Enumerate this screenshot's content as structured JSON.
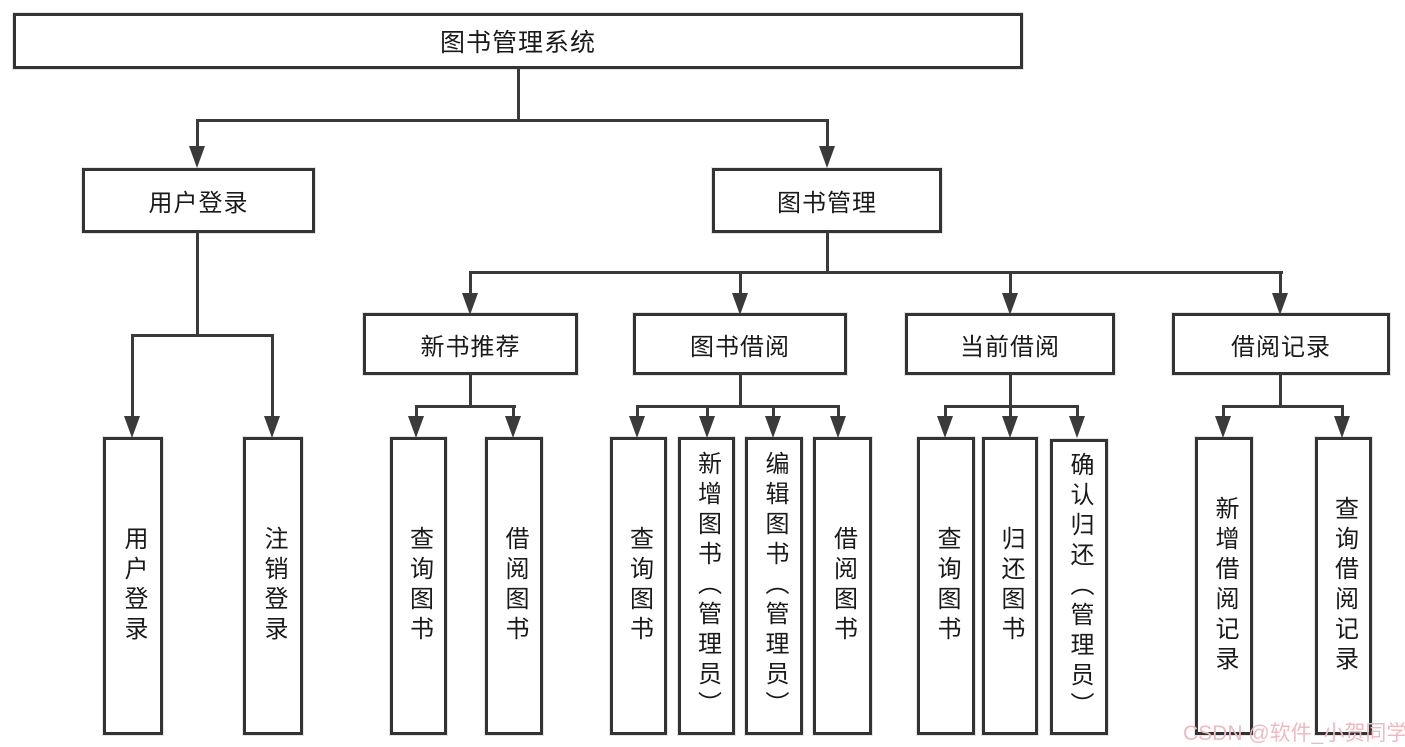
{
  "diagram": {
    "root": {
      "label": "图书管理系统"
    },
    "branches": [
      {
        "label": "用户登录",
        "children": [
          {
            "label": "用户登录"
          },
          {
            "label": "注销登录"
          }
        ]
      },
      {
        "label": "图书管理",
        "children": [
          {
            "label": "新书推荐",
            "children": [
              {
                "label": "查询图书"
              },
              {
                "label": "借阅图书"
              }
            ]
          },
          {
            "label": "图书借阅",
            "children": [
              {
                "label": "查询图书"
              },
              {
                "label": "新增图书（管理员）"
              },
              {
                "label": "编辑图书（管理员）"
              },
              {
                "label": "借阅图书"
              }
            ]
          },
          {
            "label": "当前借阅",
            "children": [
              {
                "label": "查询图书"
              },
              {
                "label": "归还图书"
              },
              {
                "label": "确认归还（管理员）"
              }
            ]
          },
          {
            "label": "借阅记录",
            "children": [
              {
                "label": "新增借阅记录"
              },
              {
                "label": "查询借阅记录"
              }
            ]
          }
        ]
      }
    ]
  },
  "watermark": {
    "text": "CSDN @软件_小贺同学"
  },
  "colors": {
    "line": "#3a3a3a",
    "border": "#333333",
    "text": "#1a1a1a",
    "background": "#ffffff",
    "watermark": "#f0b9c0"
  }
}
